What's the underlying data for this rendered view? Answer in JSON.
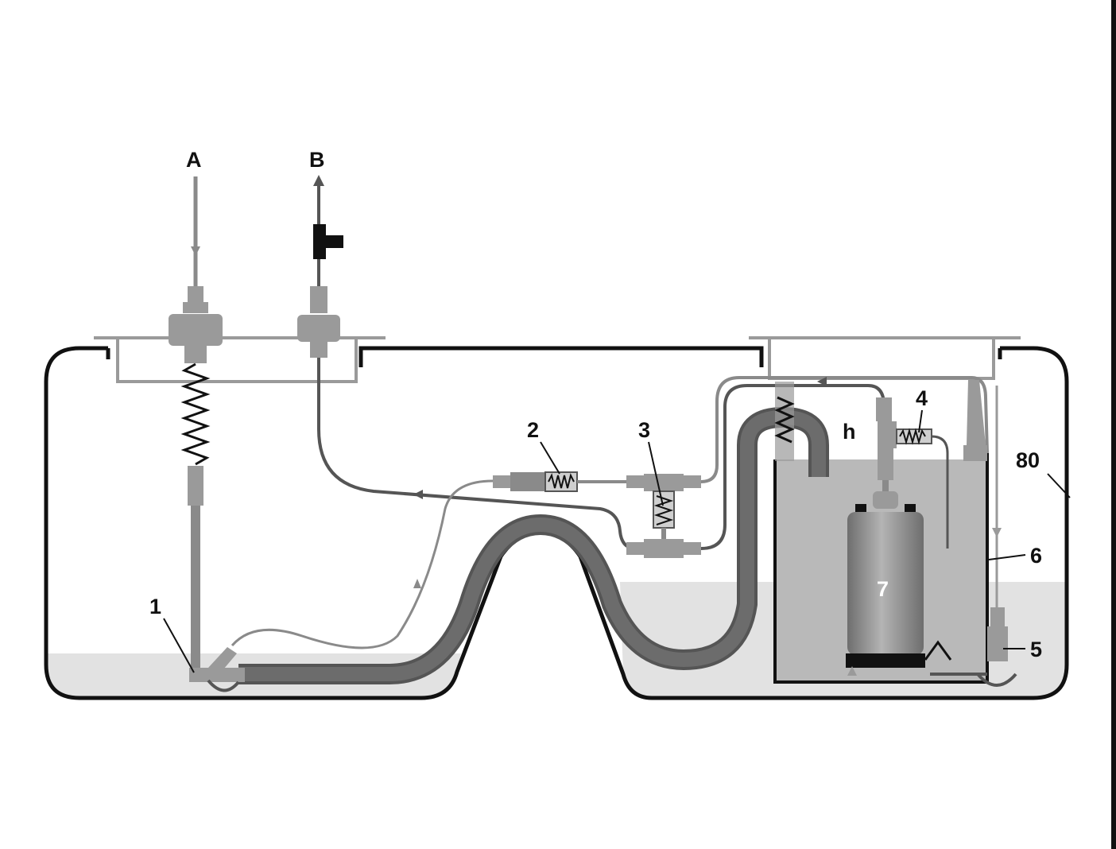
{
  "figure": {
    "labels": {
      "A": "A",
      "B": "B",
      "l1": "1",
      "l2": "2",
      "l3": "3",
      "l4": "4",
      "l5": "5",
      "l6": "6",
      "l7": "7",
      "lh": "h",
      "l80": "80"
    }
  },
  "colors": {
    "outline": "#111111",
    "fuel_light": "#e2e2e2",
    "fuel_reservoir": "#b9b9b9",
    "hose": "#6c6c6c",
    "pipe": "#8a8a8a",
    "component": "#9a9a9a",
    "pump_body": "#8f8f8f"
  }
}
